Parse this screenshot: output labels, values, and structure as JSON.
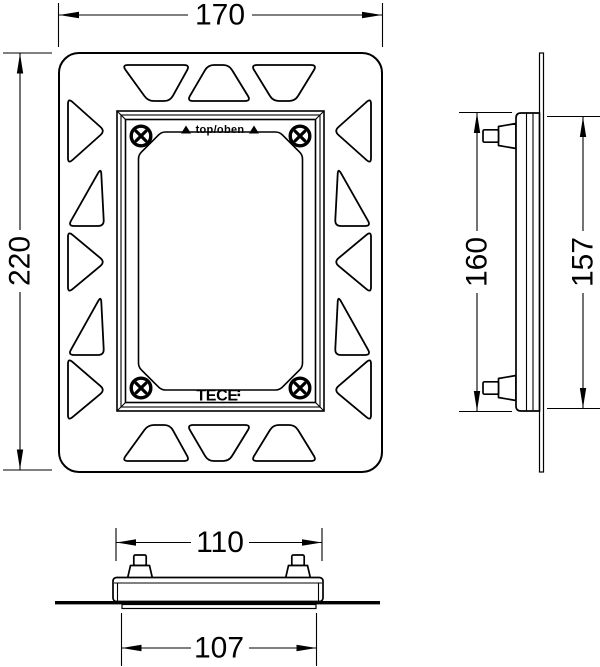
{
  "drawing": {
    "front_view": {
      "width_dim": "170",
      "height_dim": "220",
      "orientation_label": "top/oben",
      "brand": "TECE"
    },
    "side_view": {
      "outer_dim": "160",
      "inner_dim": "157"
    },
    "bottom_view": {
      "outer_dim": "110",
      "inner_dim": "107"
    },
    "colors": {
      "line": "#000000",
      "background": "#ffffff"
    }
  }
}
